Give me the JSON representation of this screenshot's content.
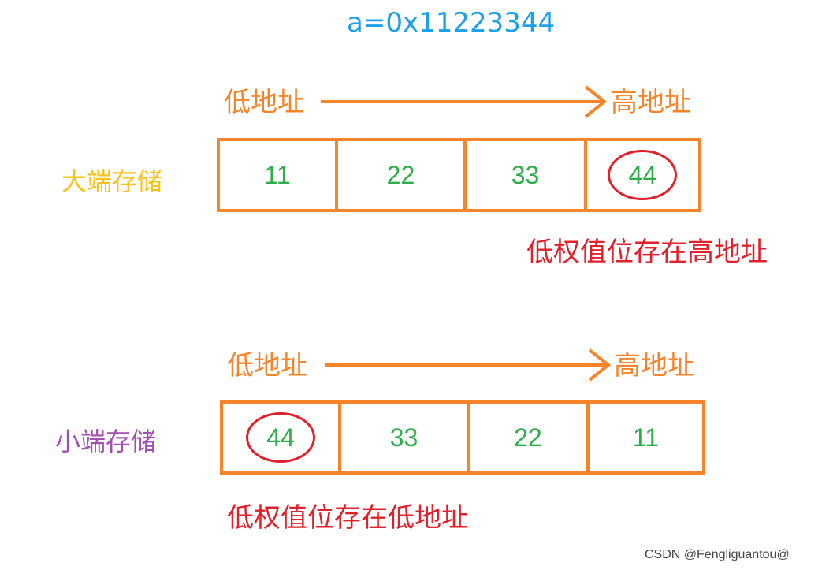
{
  "title": "a=0x11223344",
  "colors": {
    "title": "#1ea0e6",
    "address": "#f5842a",
    "box": "#f5842a",
    "value": "#2eae4a",
    "highlight": "#e0202a",
    "big_label": "#f6c319",
    "little_label": "#a24fb0",
    "note": "#e0202a",
    "watermark": "#444444"
  },
  "big_endian": {
    "label": "大端存储",
    "low_addr": "低地址",
    "high_addr": "高地址",
    "cells": [
      "11",
      "22",
      "33",
      "44"
    ],
    "highlight_index": 3,
    "note": "低权值位存在高地址"
  },
  "little_endian": {
    "label": "小端存储",
    "low_addr": "低地址",
    "high_addr": "高地址",
    "cells": [
      "44",
      "33",
      "22",
      "11"
    ],
    "highlight_index": 0,
    "note": "低权值位存在低地址"
  },
  "watermark": "CSDN @Fengliguantou@"
}
